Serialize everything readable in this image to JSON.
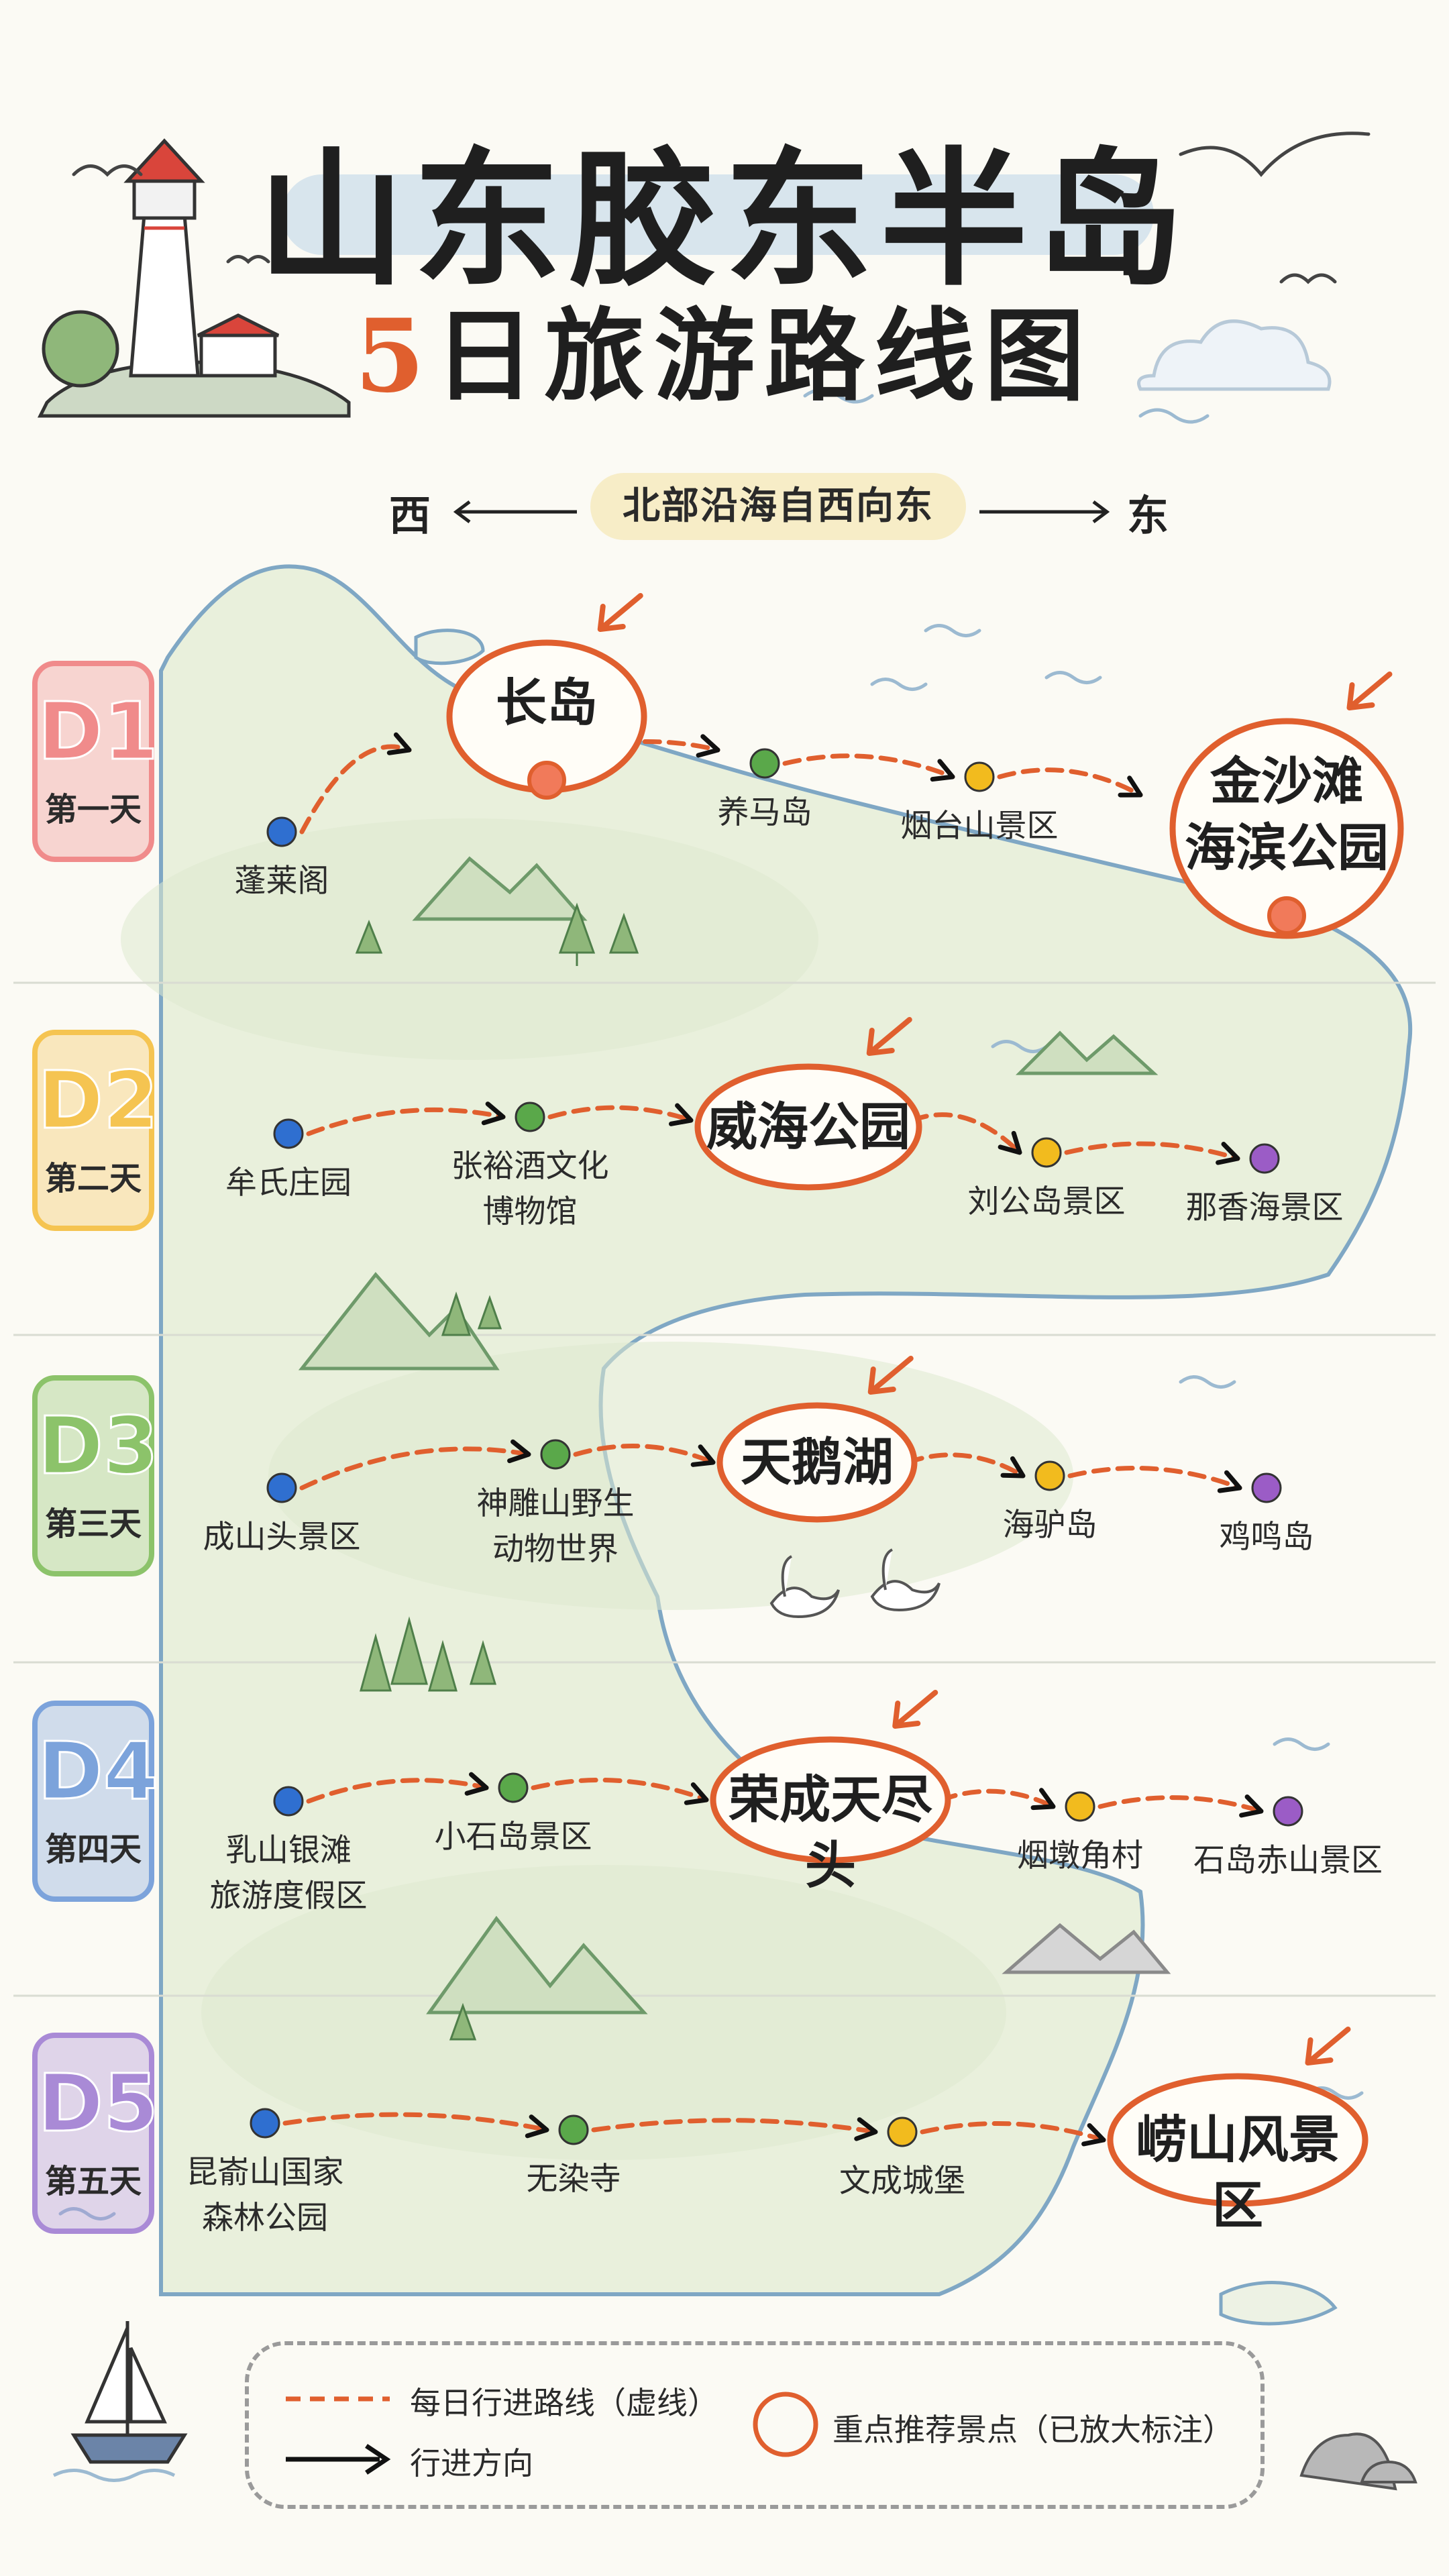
{
  "title": {
    "line1": "山东胶东半岛",
    "line2_num": "5",
    "line2_rest": "日旅游路线图"
  },
  "direction": {
    "west": "西",
    "note": "北部沿海自西向东",
    "east": "东"
  },
  "colors": {
    "route": "#e05f2e",
    "highlight_circle": "#e05f2e",
    "stop_blue": "#2f6fd0",
    "stop_green": "#5aa84a",
    "stop_yellow": "#f2bb1e",
    "stop_purple": "#9b5cc6",
    "sea": "#dbe7ef",
    "land": "#e7efd8"
  },
  "days": [
    {
      "code": "D1",
      "label": "第一天",
      "badge_color": "#f08b8b",
      "stops": [
        {
          "name": "蓬莱阁",
          "marker": "blue"
        },
        {
          "name": "长岛",
          "marker": "red",
          "highlight": true
        },
        {
          "name": "养马岛",
          "marker": "green"
        },
        {
          "name": "烟台山景区",
          "marker": "yellow"
        },
        {
          "name": "金沙滩\n海滨公园",
          "marker": "red",
          "highlight": true
        }
      ]
    },
    {
      "code": "D2",
      "label": "第二天",
      "badge_color": "#f5c451",
      "stops": [
        {
          "name": "牟氏庄园",
          "marker": "blue"
        },
        {
          "name": "张裕酒文化\n博物馆",
          "marker": "green"
        },
        {
          "name": "威海公园",
          "highlight": true
        },
        {
          "name": "刘公岛景区",
          "marker": "yellow"
        },
        {
          "name": "那香海景区",
          "marker": "purple"
        }
      ]
    },
    {
      "code": "D3",
      "label": "第三天",
      "badge_color": "#8cc36a",
      "stops": [
        {
          "name": "成山头景区",
          "marker": "blue"
        },
        {
          "name": "神雕山野生\n动物世界",
          "marker": "green"
        },
        {
          "name": "天鹅湖",
          "highlight": true
        },
        {
          "name": "海驴岛",
          "marker": "yellow"
        },
        {
          "name": "鸡鸣岛",
          "marker": "purple"
        }
      ]
    },
    {
      "code": "D4",
      "label": "第四天",
      "badge_color": "#7ca3db",
      "stops": [
        {
          "name": "乳山银滩\n旅游度假区",
          "marker": "blue"
        },
        {
          "name": "小石岛景区",
          "marker": "green"
        },
        {
          "name": "荣成天尽头",
          "highlight": true
        },
        {
          "name": "烟墩角村",
          "marker": "yellow"
        },
        {
          "name": "石岛赤山景区",
          "marker": "purple"
        }
      ]
    },
    {
      "code": "D5",
      "label": "第五天",
      "badge_color": "#a98ad6",
      "stops": [
        {
          "name": "昆嵛山国家\n森林公园",
          "marker": "blue"
        },
        {
          "name": "无染寺",
          "marker": "green"
        },
        {
          "name": "文成城堡",
          "marker": "yellow"
        },
        {
          "name": "崂山风景区",
          "highlight": true
        }
      ]
    }
  ],
  "legend": {
    "route_line": "每日行进路线（虚线）",
    "direction_arrow": "行进方向",
    "highlight": "重点推荐景点（已放大标注）"
  }
}
